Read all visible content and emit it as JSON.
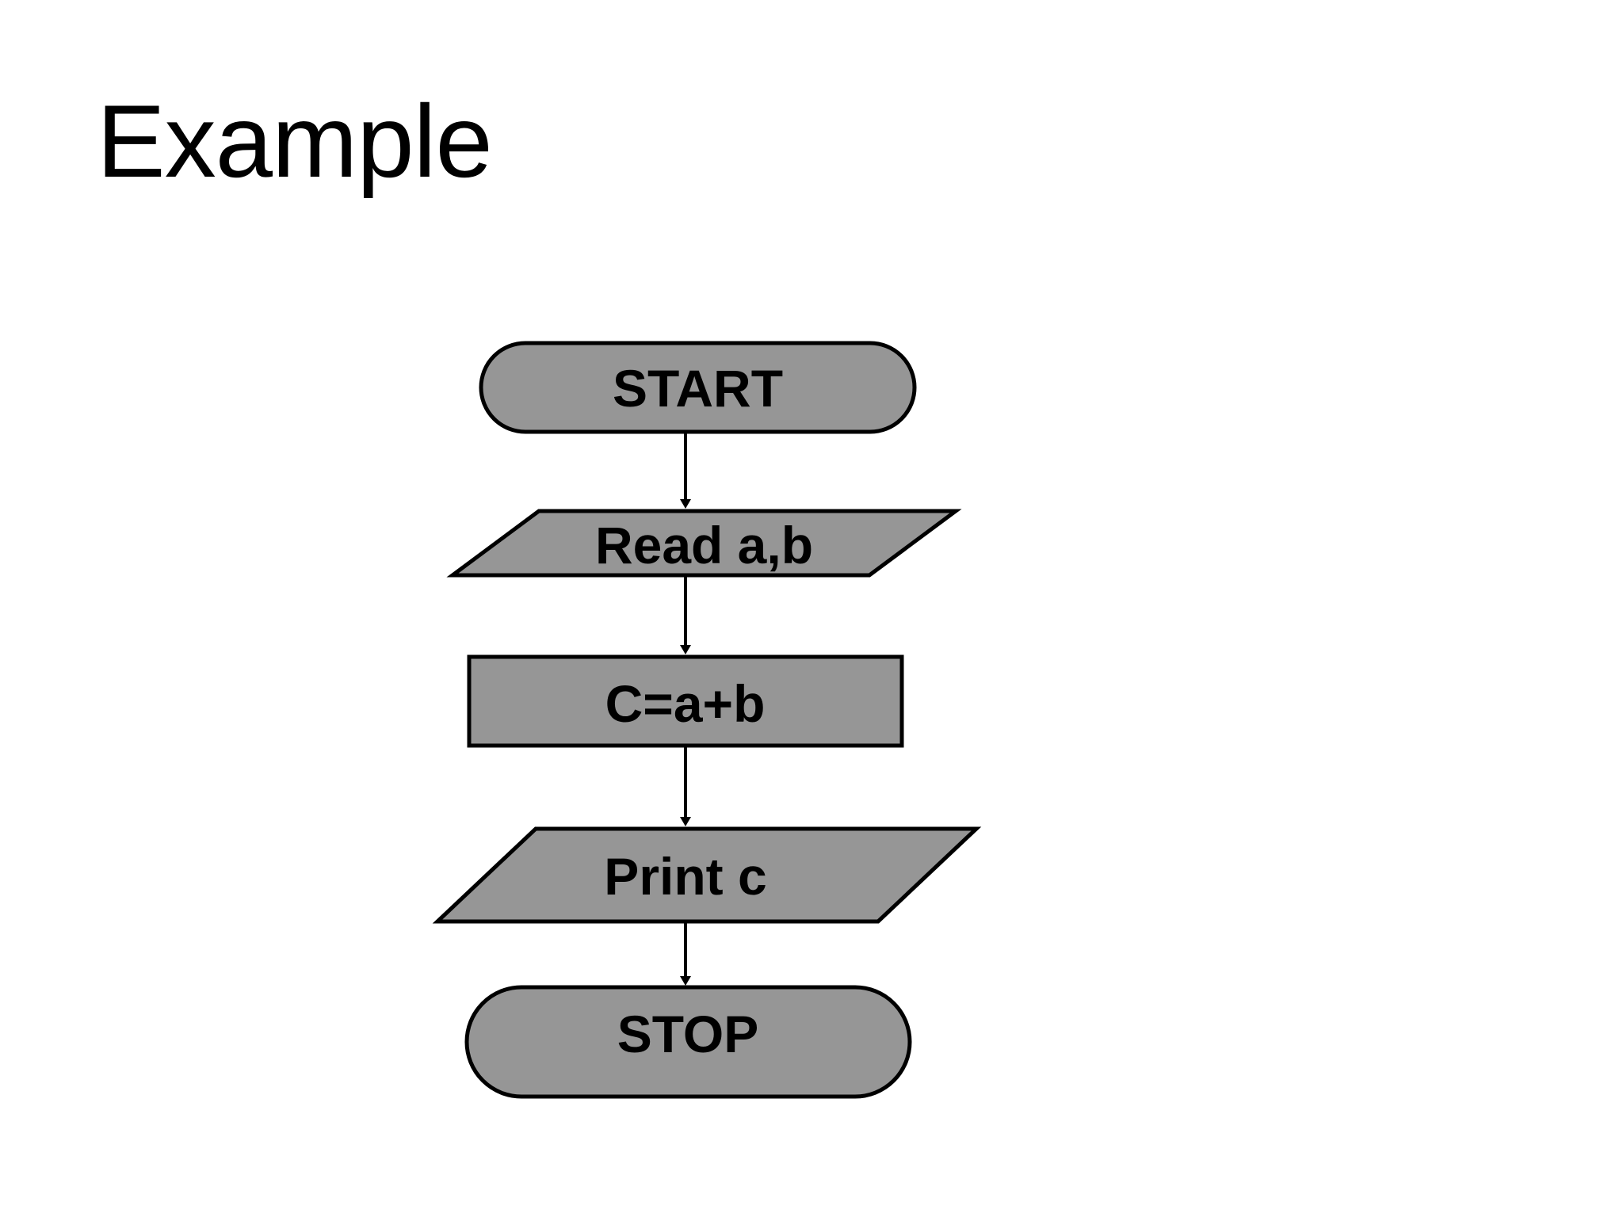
{
  "slide": {
    "title": "Example",
    "background_color": "#ffffff"
  },
  "style": {
    "shape_fill": "#969696",
    "shape_stroke": "#000000",
    "text_color": "#000000",
    "connector_color": "#000000"
  },
  "flowchart": {
    "type": "flowchart",
    "orientation": "top-to-bottom",
    "nodes": [
      {
        "id": "start",
        "label": "START",
        "shape": "terminator"
      },
      {
        "id": "read",
        "label": "Read a,b",
        "shape": "parallelogram-input"
      },
      {
        "id": "process",
        "label": "C=a+b",
        "shape": "rectangle-process"
      },
      {
        "id": "print",
        "label": "Print c",
        "shape": "parallelogram-output"
      },
      {
        "id": "stop",
        "label": "STOP",
        "shape": "terminator"
      }
    ],
    "edges": [
      {
        "from": "start",
        "to": "read",
        "label": "",
        "arrow": "down"
      },
      {
        "from": "read",
        "to": "process",
        "label": "",
        "arrow": "down"
      },
      {
        "from": "process",
        "to": "print",
        "label": "",
        "arrow": "down"
      },
      {
        "from": "print",
        "to": "stop",
        "label": "",
        "arrow": "down"
      }
    ]
  }
}
